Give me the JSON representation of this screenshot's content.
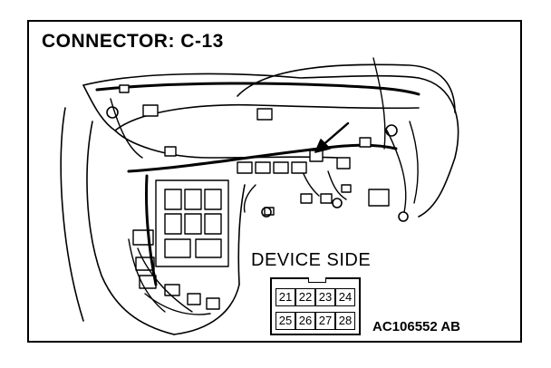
{
  "title": "CONNECTOR: C-13",
  "device_side_label": "DEVICE SIDE",
  "reference_code": "AC106552 AB",
  "connector": {
    "top_row": [
      "21",
      "22",
      "23",
      "24"
    ],
    "bottom_row": [
      "25",
      "26",
      "27",
      "28"
    ]
  },
  "colors": {
    "line": "#000000",
    "background": "#ffffff"
  }
}
